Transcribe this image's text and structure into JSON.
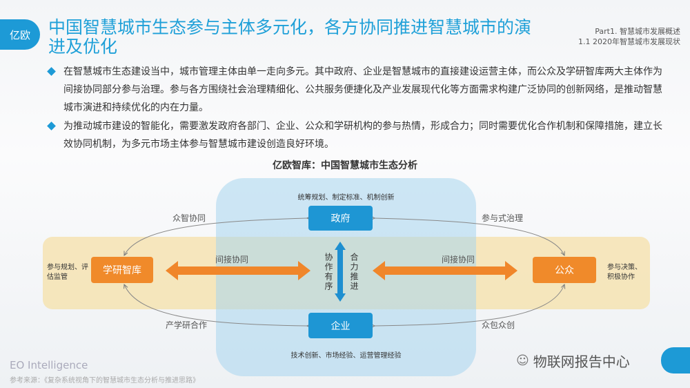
{
  "logo": {
    "text": "亿欧"
  },
  "header": {
    "title": "中国智慧城市生态参与主体多元化，各方协同推进智慧城市的演进及优化",
    "part": "Part1. 智慧城市发展概述",
    "section": "1.1 2020年智慧城市发展现状"
  },
  "bullets": [
    "在智慧城市生态建设当中，城市管理主体由单一走向多元。其中政府、企业是智慧城市的直接建设运营主体，而公众及学研智库两大主体作为间接协同部分参与治理。参与各方围绕社会治理精细化、公共服务便捷化及产业发展现代化等方面需求构建广泛协同的创新网络，是推动智慧城市演进和持续优化的内在力量。",
    "为推动城市建设的智能化，需要激发政府各部门、企业、公众和学研机构的参与热情，形成合力；同时需要优化合作机制和保障措施，建立长效协同机制，为多元市场主体参与智慧城市建设创造良好环境。"
  ],
  "diagram": {
    "title": "亿欧智库：中国智慧城市生态分析",
    "gov": "政府",
    "gov_desc": "统筹规划、制定标准、机制创新",
    "ent": "企业",
    "ent_desc": "技术创新、市场经验、运营管理经验",
    "academia": "学研智库",
    "academia_desc": "参与规划、评估监管",
    "public": "公众",
    "public_desc": "参与决策、积极协作",
    "link_gov_acad": "众智协同",
    "link_gov_pub": "参与式治理",
    "link_ent_acad": "产学研合作",
    "link_ent_pub": "众包众创",
    "indirect_left": "间接协同",
    "indirect_right": "间接协同",
    "center_left": "协作有序",
    "center_right": "合力推进"
  },
  "footer": {
    "brand": "EO Intelligence",
    "source": "参考来源：《复杂系统视角下的智慧城市生态分析与推进思路》",
    "watermark": "物联网报告中心"
  }
}
